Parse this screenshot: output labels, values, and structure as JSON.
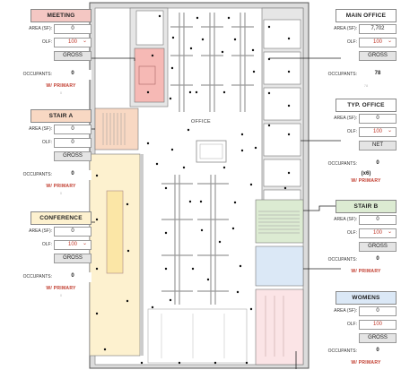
{
  "plan": {
    "office_label": "OFFICE"
  },
  "labels": {
    "area": "AREA (SF):",
    "olf": "OLF:",
    "occupants": "OCCUPANTS:"
  },
  "cards": {
    "meeting": {
      "title": "MEETING",
      "area": "0",
      "olf": "100",
      "load": "GROSS",
      "occupants": "0",
      "footer": "W/ PRIMARY",
      "ghost": "0",
      "header_color": "#f4c7c3"
    },
    "stair_a": {
      "title": "STAIR A",
      "area": "0",
      "olf": "0",
      "load": "GROSS",
      "occupants": "0",
      "footer": "W/ PRIMARY",
      "ghost": "0",
      "header_color": "#f8d8c3"
    },
    "conference": {
      "title": "CONFERENCE",
      "area": "0",
      "olf": "100",
      "load": "GROSS",
      "occupants": "0",
      "footer": "W/ PRIMARY",
      "ghost": "0",
      "header_color": "#fdf1cf"
    },
    "main_office": {
      "title": "MAIN OFFICE",
      "area": "7,702",
      "olf": "100",
      "load": "GROSS",
      "occupants": "78",
      "footer": "",
      "ghost": "78",
      "header_color": "#ffffff"
    },
    "typ_office": {
      "title": "TYP. OFFICE",
      "area": "0",
      "olf": "100",
      "load": "NET",
      "occupants": "0",
      "multiplier": "(x6)",
      "footer": "W/ PRIMARY",
      "ghost": "",
      "header_color": "#ffffff"
    },
    "stair_b": {
      "title": "STAIR B",
      "area": "0",
      "olf": "100",
      "load": "GROSS",
      "occupants": "0",
      "footer": "W/ PRIMARY",
      "ghost": "0",
      "header_color": "#dcebd2"
    },
    "womens": {
      "title": "WOMENS",
      "area": "0",
      "olf": "100",
      "load": "GROSS",
      "occupants": "0",
      "footer": "W/ PRIMARY",
      "ghost": "",
      "header_color": "#dbe8f6"
    }
  }
}
